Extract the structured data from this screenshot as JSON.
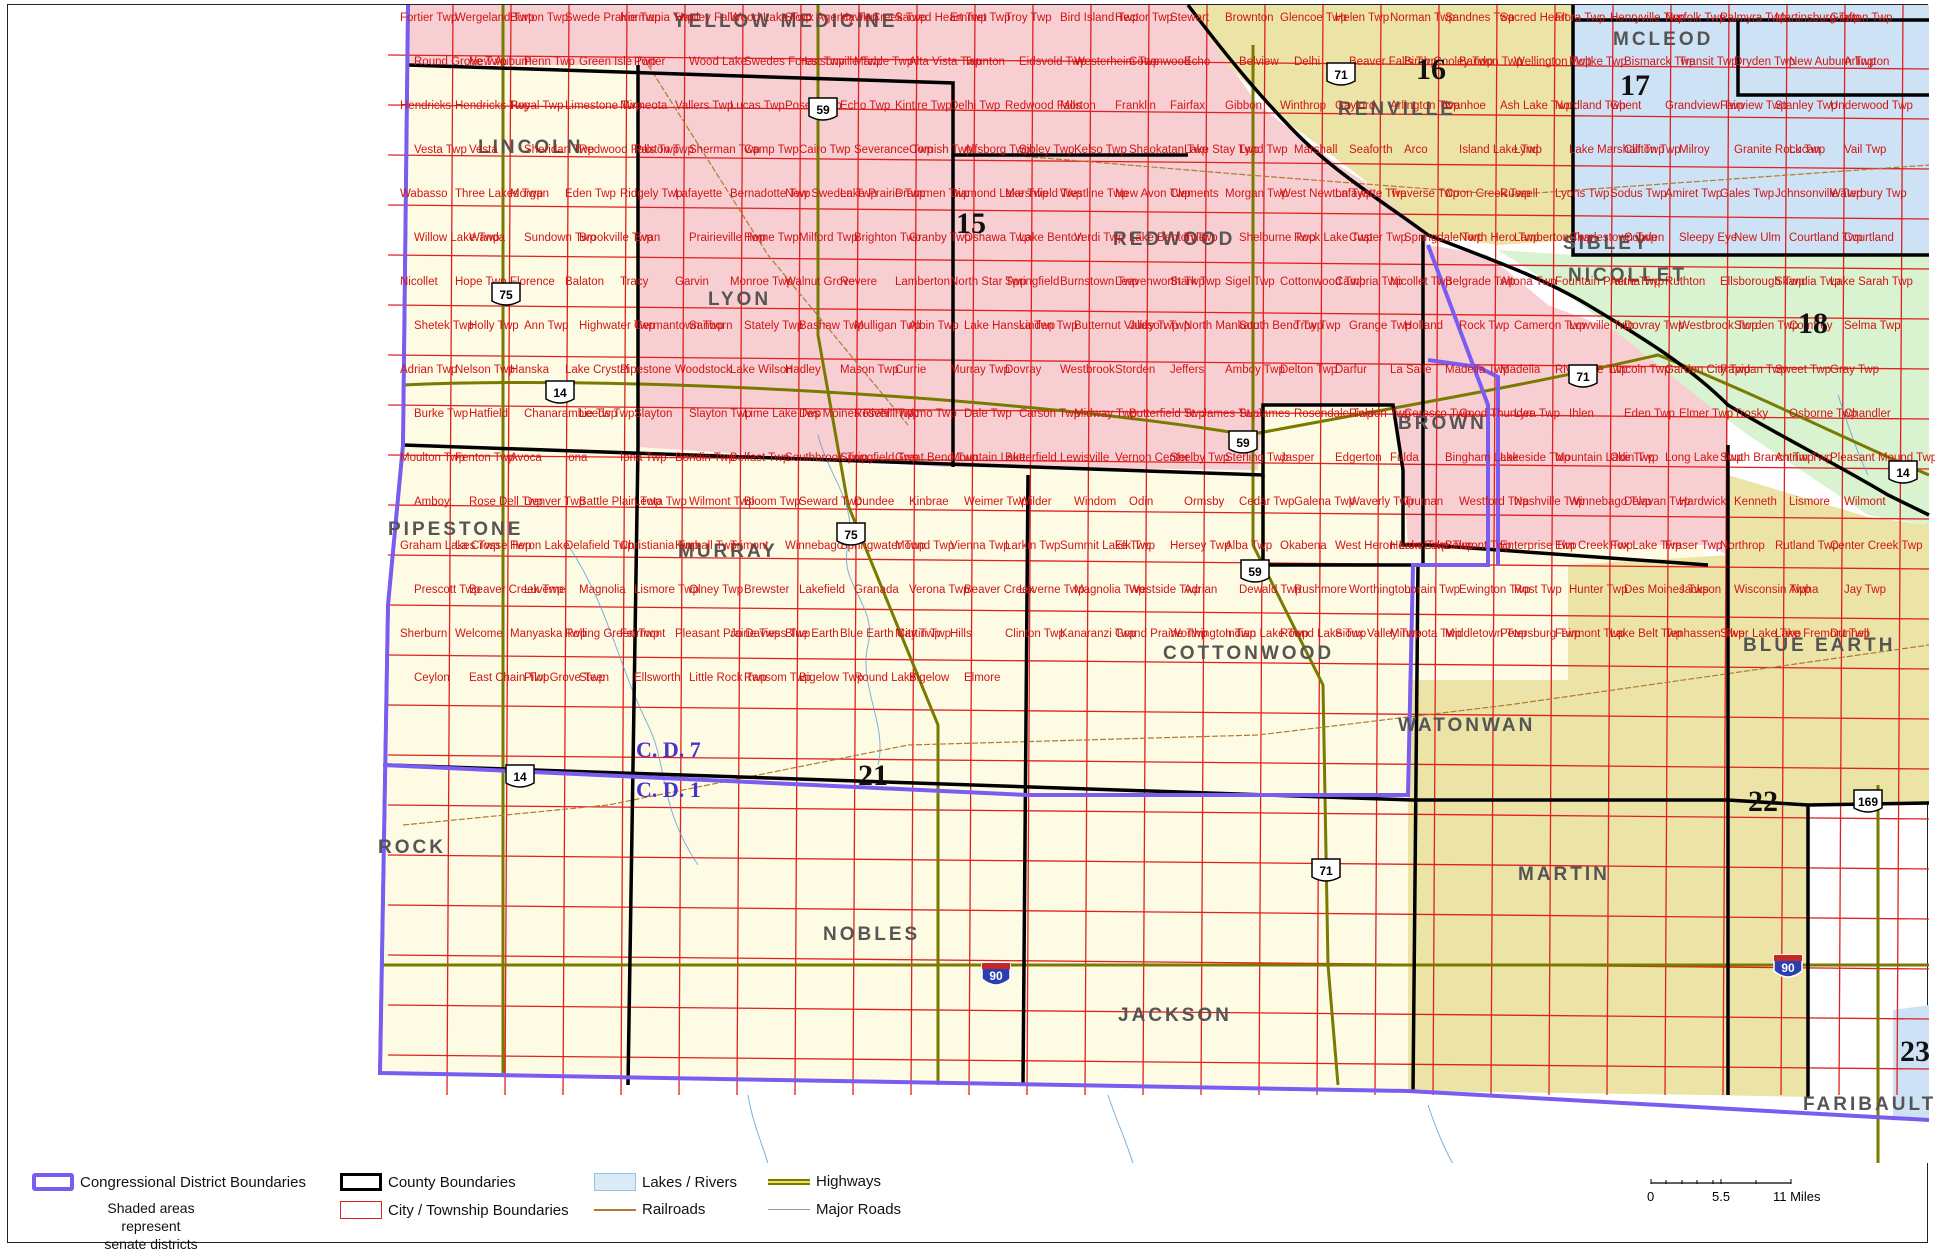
{
  "colors": {
    "cd_boundary": "#7a5cf0",
    "county_boundary": "#000000",
    "township": "#e02020",
    "lakes": "#d9ebf7",
    "highway": "#7a7a00",
    "railroad": "#b07a30",
    "district_15_fill": "#f7cfd2",
    "district_16_fill": "#ece4a6",
    "district_17_fill": "#cde3f5",
    "district_18_fill": "#d9f2cf",
    "district_21_fill": "#fefbe4",
    "district_22_fill": "#ece4a6",
    "district_23_fill": "#cde3f5"
  },
  "districts": [
    {
      "label": "15"
    },
    {
      "label": "16"
    },
    {
      "label": "17"
    },
    {
      "label": "18"
    },
    {
      "label": "21"
    },
    {
      "label": "22"
    },
    {
      "label": "23"
    }
  ],
  "congressional_labels": [
    "C. D. 7",
    "C. D. 1"
  ],
  "counties": [
    "YELLOW MEDICINE",
    "LINCOLN",
    "LYON",
    "REDWOOD",
    "RENVILLE",
    "MCLEOD",
    "SIBLEY",
    "NICOLLET",
    "BROWN",
    "PIPESTONE",
    "MURRAY",
    "COTTONWOOD",
    "WATONWAN",
    "BLUE EARTH",
    "ROCK",
    "NOBLES",
    "JACKSON",
    "MARTIN",
    "FARIBAULT"
  ],
  "highway_shields": [
    "59",
    "71",
    "75",
    "14",
    "59",
    "71",
    "14",
    "14",
    "75",
    "59",
    "71",
    "169",
    "90",
    "90"
  ],
  "places": [
    "Fortier Twp",
    "Wergeland Twp",
    "Burton Twp",
    "Swede Prairie Twp",
    "Normania Twp",
    "Hanley Falls",
    "Wood Lake Twp",
    "Sioux Agency Twp",
    "Hawk Creek Twp",
    "Sacred Heart Twp",
    "Emmet Twp",
    "Troy Twp",
    "Bird Island Twp",
    "Hector Twp",
    "Stewart",
    "Brownton",
    "Glencoe Twp",
    "Helen Twp",
    "Norman Twp",
    "Sandnes Twp",
    "Sacred Heart",
    "Flora Twp",
    "Henryville Twp",
    "Norfolk Twp",
    "Palmyra Twp",
    "Martinsburg Twp",
    "Grafton Twp",
    "Round Grove Twp",
    "New Auburn",
    "Penn Twp",
    "Green Isle Twp",
    "Porter",
    "Wood Lake",
    "Swedes Forest Twp",
    "Hansonville Twp",
    "Marble Twp",
    "Alta Vista Twp",
    "Taunton",
    "Eidsvold Twp",
    "Westerheim Twp",
    "Cottonwood",
    "Echo",
    "Belview",
    "Delhi",
    "Beaver Falls Twp",
    "Birch Cooley Twp",
    "Bandon Twp",
    "Wellington Twp",
    "Moltke Twp",
    "Bismarck Twp",
    "Transit Twp",
    "Dryden Twp",
    "New Auburn Twp",
    "Arlington",
    "Hendricks",
    "Hendricks Twp",
    "Royal Twp",
    "Limestone Twp",
    "Minneota",
    "Vallers Twp",
    "Lucas Twp",
    "Posen Twp",
    "Echo Twp",
    "Kintire Twp",
    "Delhi Twp",
    "Redwood Falls",
    "Morton",
    "Franklin",
    "Fairfax",
    "Gibbon",
    "Winthrop",
    "Gaylord",
    "Arlington Twp",
    "Ivanhoe",
    "Ash Lake Twp",
    "Nordland Twp",
    "Ghent",
    "Grandview Twp",
    "Fairview Twp",
    "Stanley Twp",
    "Underwood Twp",
    "Vesta Twp",
    "Vesta",
    "Sheridan Twp",
    "Redwood Falls Twp",
    "Paxton Twp",
    "Sherman Twp",
    "Camp Twp",
    "Cairo Twp",
    "Severance Twp",
    "Cornish Twp",
    "Alfsborg Twp",
    "Sibley Twp",
    "Kelso Twp",
    "Shaokatan Twp",
    "Lake Stay Twp",
    "Lynd Twp",
    "Marshall",
    "Seaforth",
    "Arco",
    "Island Lake Twp",
    "Lynd",
    "Lake Marshall Twp",
    "Clifton Twp",
    "Milroy",
    "Granite Rock Twp",
    "Lucan",
    "Vail Twp",
    "Wabasso",
    "Three Lakes Twp",
    "Morgan",
    "Eden Twp",
    "Ridgely Twp",
    "Lafayette",
    "Bernadotte Twp",
    "New Sweden Twp",
    "Lake Prairie Twp",
    "Drammen Twp",
    "Diamond Lake Twp",
    "Marshfield Twp",
    "Westline Twp",
    "New Avon Twp",
    "Clements",
    "Morgan Twp",
    "West Newton Twp",
    "Lafayette Twp",
    "Traverse Twp",
    "Coon Creek Twp",
    "Russell",
    "Lyons Twp",
    "Sodus Twp",
    "Amiret Twp",
    "Gales Twp",
    "Johnsonville Twp",
    "Waterbury Twp",
    "Willow Lake Twp",
    "Wanda",
    "Sundown Twp",
    "Brookville Twp",
    "Evan",
    "Prairieville Twp",
    "Home Twp",
    "Milford Twp",
    "Brighton Twp",
    "Granby Twp",
    "Oshawa Twp",
    "Lake Benton",
    "Verdi Twp",
    "Lake Benton Twp",
    "Tyler",
    "Shelburne Twp",
    "Rock Lake Twp",
    "Custer Twp",
    "Springdale Twp",
    "North Hero Twp",
    "Lamberton Twp",
    "Charlestown Twp",
    "Cobden",
    "Sleepy Eye",
    "New Ulm",
    "Courtland Twp",
    "Courtland",
    "Nicollet",
    "Hope Twp",
    "Florence",
    "Balaton",
    "Tracy",
    "Garvin",
    "Monroe Twp",
    "Walnut Grove",
    "Revere",
    "Lamberton",
    "North Star Twp",
    "Springfield",
    "Burnstown Twp",
    "Leavenworth Twp",
    "Stark Twp",
    "Sigel Twp",
    "Cottonwood Twp",
    "Cambria Twp",
    "Nicollet Twp",
    "Belgrade Twp",
    "Altona Twp",
    "Fountain Prairie Twp",
    "Aetna Twp",
    "Ruthton",
    "Ellsborough Twp",
    "Skandia Twp",
    "Lake Sarah Twp",
    "Shetek Twp",
    "Holly Twp",
    "Ann Twp",
    "Highwater Twp",
    "Germantown Twp",
    "Sanborn",
    "Stately Twp",
    "Bashaw Twp",
    "Mulligan Twp",
    "Albin Twp",
    "Lake Hanska Twp",
    "Linden Twp",
    "Butternut Valley Twp",
    "Judson Twp",
    "North Mankato",
    "South Bend Twp",
    "Troy Twp",
    "Grange Twp",
    "Holland",
    "Rock Twp",
    "Cameron Twp",
    "Lowville Twp",
    "Dovray Twp",
    "Westbrook Twp",
    "Storden Twp",
    "Comfrey",
    "Selma Twp",
    "Adrian Twp",
    "Nelson Twp",
    "Hanska",
    "Lake Crystal",
    "Pipestone",
    "Woodstock",
    "Lake Wilson",
    "Hadley",
    "Mason Twp",
    "Currie",
    "Murray Twp",
    "Dovray",
    "Westbrook",
    "Storden",
    "Jeffers",
    "Amboy Twp",
    "Delton Twp",
    "Darfur",
    "La Salle",
    "Madelia Twp",
    "Madelia",
    "Riverdale Twp",
    "Lincoln Twp",
    "Garden City Twp",
    "Rapidan Twp",
    "Sweet Twp",
    "Gray Twp",
    "Burke Twp",
    "Hatfield",
    "Chanarambie Twp",
    "Leeds Twp",
    "Slayton",
    "Slayton Twp",
    "Lime Lake Twp",
    "Des Moines River Twp",
    "Rosehill Twp",
    "Amo Twp",
    "Dale Twp",
    "Carson Twp",
    "Midway Twp",
    "Butterfield Twp",
    "St. James Twp",
    "St. James",
    "Rosendale Twp",
    "Fieldon Twp",
    "Cerescо Twp",
    "Good Thunder",
    "Lyra Twp",
    "Ihlen",
    "Eden Twp",
    "Elmer Twp",
    "Troskу",
    "Osborne Twp",
    "Chandler",
    "Moulton Twp",
    "Fenton Twp",
    "Avoca",
    "Iona",
    "Iona Twp",
    "Bondin Twp",
    "Belfast Twp",
    "Southbrook Twp",
    "Springfield Twp",
    "Great Bend Twp",
    "Mountain Lake",
    "Butterfield",
    "Lewisville",
    "Vernon Center",
    "Shelby Twp",
    "Sterling Twp",
    "Jasper",
    "Edgerton",
    "Fulda",
    "Bingham Lake",
    "Lakeside Twp",
    "Mountain Lake Twp",
    "Odin Twp",
    "Long Lake Twp",
    "South Branch Twp",
    "Antrim Twp",
    "Pleasant Mound Twp",
    "Amboy",
    "Rose Dell Twp",
    "Denver Twp",
    "Battle Plain Twp",
    "Leota Twp",
    "Wilmont Twp",
    "Bloom Twp",
    "Seward Twp",
    "Dundee",
    "Kinbrae",
    "Weimer Twp",
    "Wilder",
    "Windom",
    "Odin",
    "Ormsby",
    "Cedar Twp",
    "Galena Twp",
    "Waverly Twp",
    "Truman",
    "Westford Twp",
    "Nashville Twp",
    "Winnebago Twp",
    "Delavan Twp",
    "Hardwick",
    "Kenneth",
    "Lismore",
    "Wilmont",
    "Graham Lakes Twp",
    "La Crosse Twp",
    "Heron Lake",
    "Delafield Twp",
    "Christiania Twp",
    "Kimball Twp",
    "Trimont",
    "Winnebago",
    "Springwater Twp",
    "Mound Twp",
    "Vienna Twp",
    "Larkin Twp",
    "Summit Lake Twp",
    "Elk Twp",
    "Hersey Twp",
    "Alba Twp",
    "Okabena",
    "West Heron Lake Twp",
    "Heron Lake Twp",
    "Belmont Twp",
    "Enterprise Twp",
    "Elm Creek Twp",
    "Fox Lake Twp",
    "Fraser Twp",
    "Northrop",
    "Rutland Twp",
    "Center Creek Twp",
    "Prescott Twp",
    "Beaver Creek Twp",
    "Luverne",
    "Magnolia",
    "Lismore Twp",
    "Olney Twp",
    "Brewster",
    "Lakefield",
    "Granada",
    "Verona Twp",
    "Beaver Creek",
    "Luverne Twp",
    "Magnolia Twp",
    "Westside Twp",
    "Adrian",
    "Dewald Twp",
    "Rushmore",
    "Worthington",
    "Lorain Twp",
    "Ewington Twp",
    "Rost Twp",
    "Hunter Twp",
    "Des Moines Twp",
    "Jackson",
    "Wisconsin Twp",
    "Alpha",
    "Jay Twp",
    "Sherburn",
    "Welcome",
    "Manyaska Twp",
    "Rolling Green Twp",
    "Fairmont",
    "Pleasant Prairie Twp",
    "Jo Daviess Twp",
    "Blue Earth",
    "Blue Earth City Twp",
    "Martin Twp",
    "Hills",
    "Clinton Twp",
    "Kanaranzi Twp",
    "Grand Prairie Twp",
    "Worthington Twp",
    "Indian Lake Twp",
    "Round Lake Twp",
    "Sioux Valley Twp",
    "Minneota Twp",
    "Middletown Twp",
    "Petersburg Twp",
    "Fairmont Twp",
    "Lake Belt Twp",
    "Tenhassen Twp",
    "Silver Lake Twp",
    "Lake Fremont Twp",
    "Dunnell",
    "Ceylon",
    "East Chain Twp",
    "Pilot Grove Twp",
    "Steen",
    "Ellsworth",
    "Little Rock Twp",
    "Ransom Twp",
    "Bigelow Twp",
    "Round Lake",
    "Bigelow",
    "Elmore"
  ],
  "legend": {
    "cd": "Congressional District Boundaries",
    "county": "County Boundaries",
    "lakes": "Lakes / Rivers",
    "highways": "Highways",
    "shaded_note_1": "Shaded areas represent",
    "shaded_note_2": "senate districts",
    "township": "City / Township Boundaries",
    "railroads": "Railroads",
    "major_roads": "Major Roads",
    "scale_0": "0",
    "scale_mid": "5.5",
    "scale_end": "11 Miles"
  }
}
